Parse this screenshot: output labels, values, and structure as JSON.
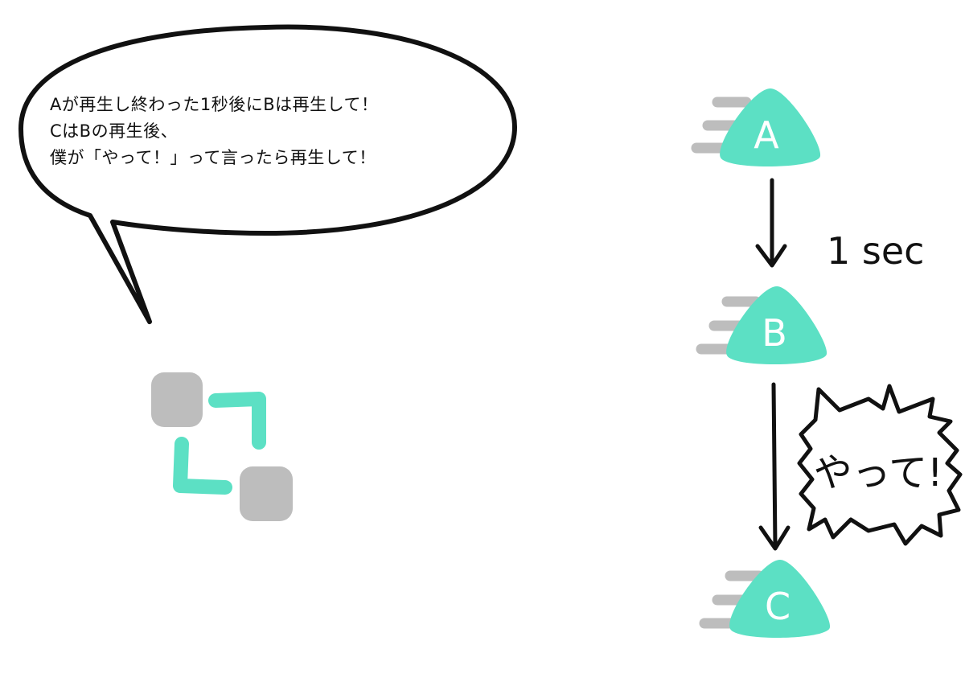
{
  "speech": {
    "lines": [
      "Aが再生し終わった1秒後にBは再生して！",
      "CはBの再生後、",
      "僕が「やって！」って言ったら再生して！"
    ]
  },
  "sequence": {
    "nodes": [
      {
        "label": "A"
      },
      {
        "label": "B"
      },
      {
        "label": "C"
      }
    ],
    "delay_label": "1 sec",
    "shout_label": "やって!"
  },
  "colors": {
    "accent": "#5ce0c4",
    "gray": "#bdbdbd",
    "ink": "#111111"
  },
  "icons": {
    "connector": "sequence-connector-icon",
    "node": "play-triangle-icon"
  }
}
